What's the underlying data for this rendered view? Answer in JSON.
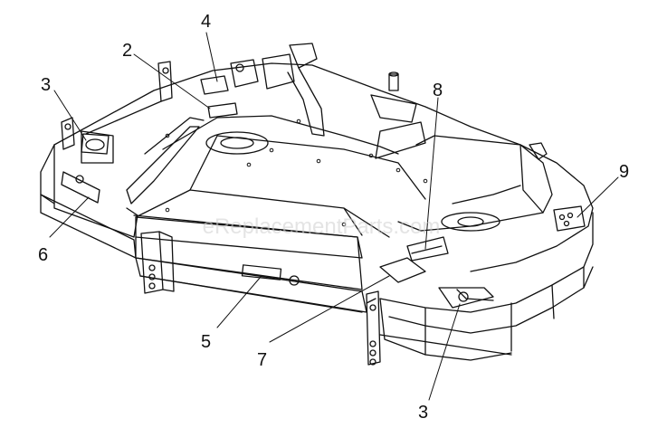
{
  "watermark": "eReplacementParts.com",
  "callouts": [
    {
      "id": "c2",
      "label": "2"
    },
    {
      "id": "c4",
      "label": "4"
    },
    {
      "id": "c3a",
      "label": "3"
    },
    {
      "id": "c8",
      "label": "8"
    },
    {
      "id": "c9",
      "label": "9"
    },
    {
      "id": "c6",
      "label": "6"
    },
    {
      "id": "c5",
      "label": "5"
    },
    {
      "id": "c7",
      "label": "7"
    },
    {
      "id": "c3b",
      "label": "3"
    }
  ]
}
